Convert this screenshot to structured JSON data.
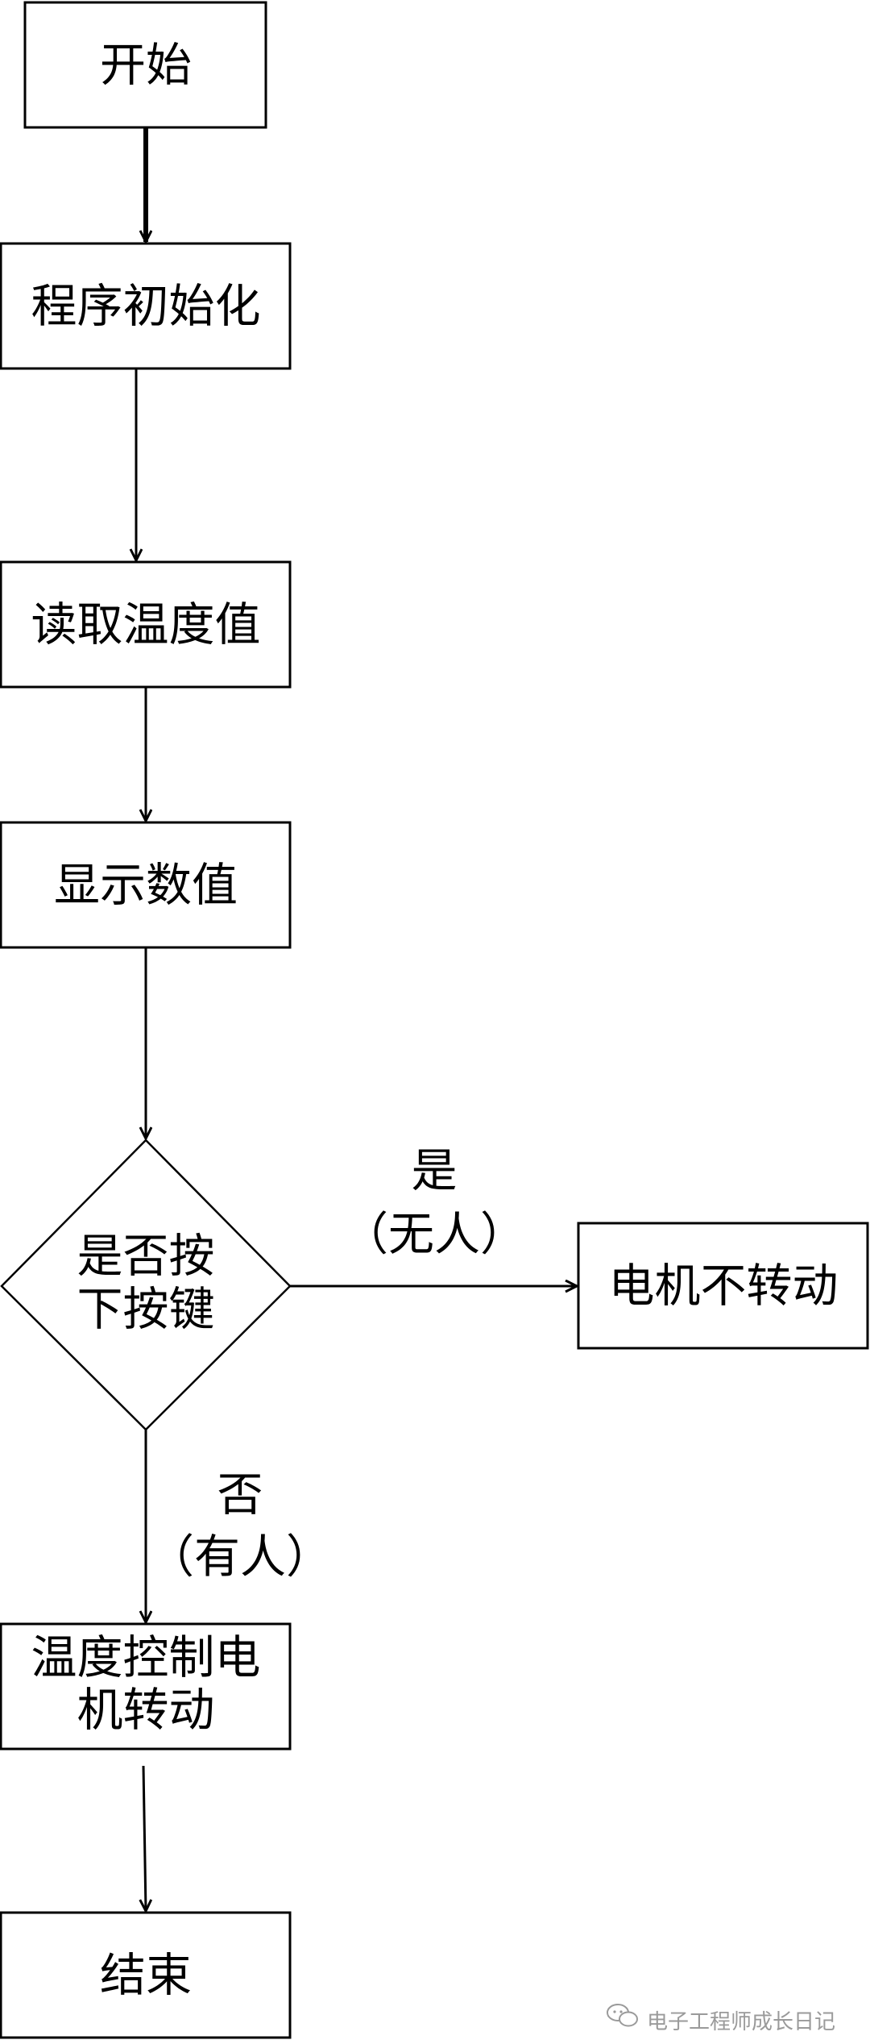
{
  "diagram": {
    "nodes": {
      "start": "开始",
      "init": "程序初始化",
      "read_temp": "读取温度值",
      "display": "显示数值",
      "decision_line1": "是否按",
      "decision_line2": "下按键",
      "motor_stop": "电机不转动",
      "temp_ctrl_line1": "温度控制电",
      "temp_ctrl_line2": "机转动",
      "end": "结束"
    },
    "edges": {
      "yes_label": "是",
      "yes_note": "（无人）",
      "no_label": "否",
      "no_note": "（有人）"
    }
  },
  "watermark": {
    "text": "电子工程师成长日记",
    "icon": "wechat-icon"
  }
}
